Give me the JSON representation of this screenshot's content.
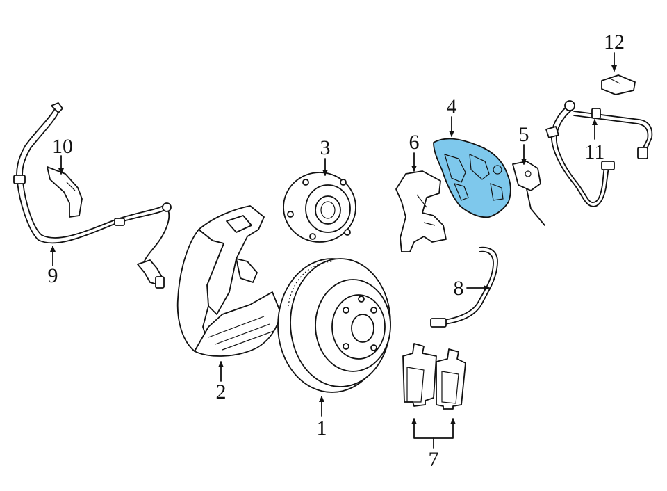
{
  "colors": {
    "highlight": "#7ec8ec",
    "line": "#111111",
    "background": "#ffffff"
  },
  "callouts": [
    {
      "id": "1",
      "text": "1"
    },
    {
      "id": "2",
      "text": "2"
    },
    {
      "id": "3",
      "text": "3"
    },
    {
      "id": "4",
      "text": "4"
    },
    {
      "id": "5",
      "text": "5"
    },
    {
      "id": "6",
      "text": "6"
    },
    {
      "id": "7",
      "text": "7"
    },
    {
      "id": "8",
      "text": "8"
    },
    {
      "id": "9",
      "text": "9"
    },
    {
      "id": "10",
      "text": "10"
    },
    {
      "id": "11",
      "text": "11"
    },
    {
      "id": "12",
      "text": "12"
    }
  ],
  "highlighted_part": "4"
}
